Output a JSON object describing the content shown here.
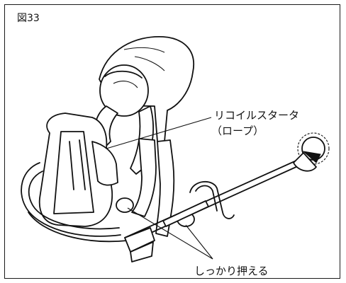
{
  "figure": {
    "label": "図33"
  },
  "callouts": {
    "recoil_starter": "リコイルスタータ",
    "rope": "（ロープ）",
    "hold_firmly": "しっかり押える"
  },
  "icons": [
    "operator-figure",
    "backpack-engine",
    "brush-cutter-shaft",
    "saw-blade",
    "handle-grip"
  ]
}
